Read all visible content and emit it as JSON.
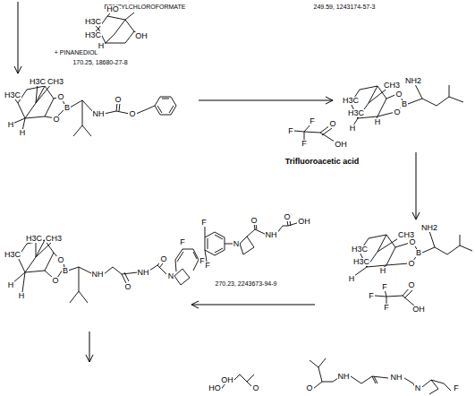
{
  "diagram": {
    "labels": [
      "BENZYLCHLOROFORMATE",
      "249.59, 1243174-57-3",
      "HO",
      "H3C",
      "H3C",
      "H",
      "OH",
      "+ PINANEDIOL",
      "170.25, 18680-27-8",
      "H3C",
      "CH3",
      "H3C",
      "O",
      "B",
      "O",
      "H",
      "NH",
      "O",
      "O",
      "H",
      "NH2",
      "CH3",
      "H3C",
      "H3C",
      "O",
      "B",
      "O",
      "H",
      "H",
      "F",
      "F",
      "F",
      "O",
      "OH",
      "Trifluoroacetic acid",
      "NH2",
      "CH3",
      "H3C",
      "H3C",
      "O",
      "B",
      "O",
      "H",
      "H",
      "F",
      "F",
      "F",
      "O",
      "OH",
      "F",
      "F",
      "N",
      "O",
      "NH",
      "O",
      "OH",
      "270.23, 2243673-94-9",
      "H3C",
      "CH3",
      "H3C",
      "O",
      "B",
      "O",
      "H",
      "NH",
      "O",
      "NH",
      "O",
      "N",
      "F",
      "F",
      "H",
      "HO",
      "OH",
      "O",
      "O",
      "NH",
      "NH",
      "N",
      "F"
    ]
  }
}
